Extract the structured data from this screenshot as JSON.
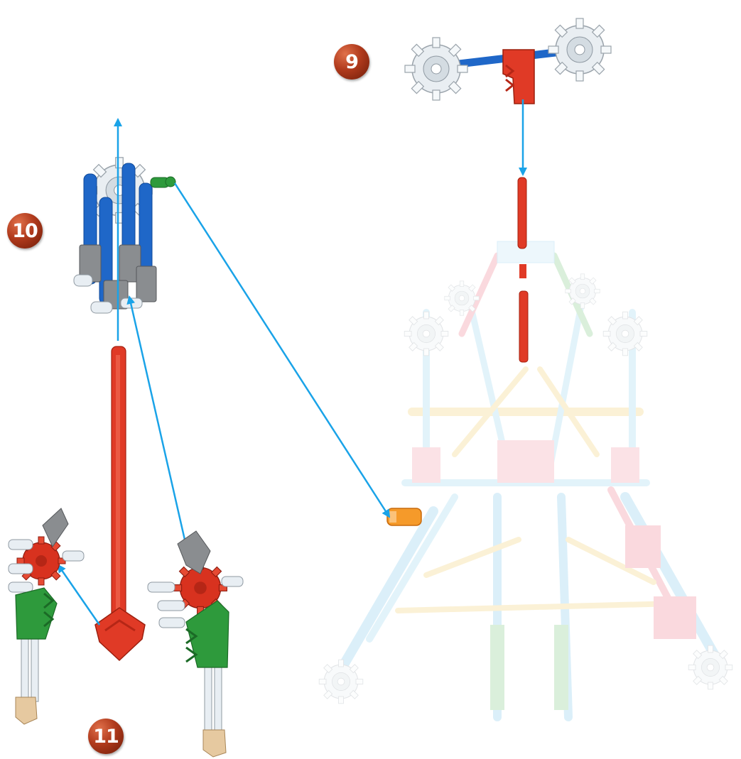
{
  "steps": [
    {
      "number": "9"
    },
    {
      "number": "10"
    },
    {
      "number": "11"
    }
  ],
  "colors": {
    "arrow": "#1aa3e8",
    "rod_red": "#e03a26",
    "rod_blue": "#1f67c8",
    "connector_gray": "#8a8d90",
    "connector_white": "#e8eef3",
    "connector_green": "#2e9a3c",
    "connector_tan": "#e6c9a0",
    "connector_orange": "#f59a2a",
    "badge": "#9a3416"
  },
  "parts_icons": [
    "white-gear-connector-icon",
    "red-elbow-connector-icon",
    "blue-rod-icon",
    "red-rod-icon",
    "gray-clip-icon",
    "green-connector-icon",
    "tan-clip-icon",
    "orange-coupler-icon"
  ]
}
